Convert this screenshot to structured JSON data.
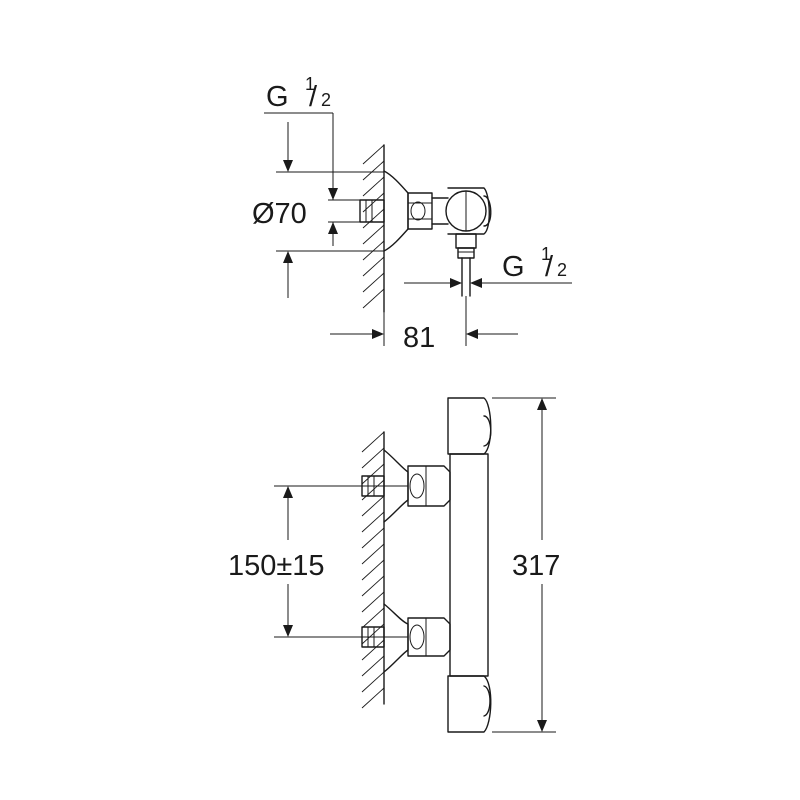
{
  "dimensions": {
    "top_inlet_thread": {
      "letter": "G",
      "frac_num": "1",
      "frac_den": "2"
    },
    "diameter": "Ø70",
    "outlet_thread": {
      "letter": "G",
      "frac_num": "1",
      "frac_den": "2"
    },
    "depth": "81",
    "centers": "150±15",
    "height": "317"
  },
  "colors": {
    "line": "#1a1a1a",
    "background": "#ffffff"
  }
}
